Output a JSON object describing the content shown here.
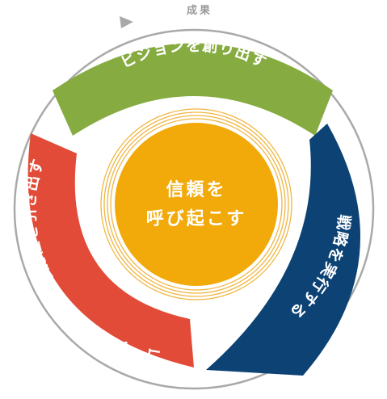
{
  "outcome_label": "成果",
  "center": {
    "line1": "信頼を",
    "line2": "呼び起こす"
  },
  "segments": {
    "top": {
      "label": "ビジョンを創り出す",
      "color": "#86ac41"
    },
    "right": {
      "label": "戦略を実行する",
      "color": "#0c4274"
    },
    "left": {
      "label": "コーチングにより可能性を引き出す",
      "color": "#e24b37"
    }
  },
  "colors": {
    "center_fill": "#f2aa0b",
    "ring_color": "#f0b642",
    "outer_ring": "#a9a9a9"
  }
}
